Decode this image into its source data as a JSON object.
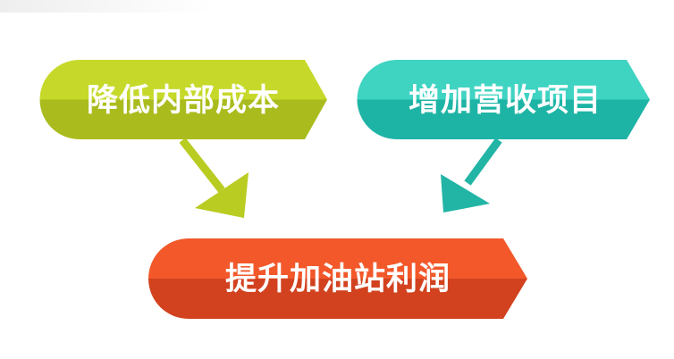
{
  "boxes": {
    "cost": {
      "label": "降低内部成本",
      "color_top": "#c6d92a",
      "color_bottom": "#aabc1d"
    },
    "revenue": {
      "label": "增加营收项目",
      "color_top": "#3fd3c2",
      "color_bottom": "#1eb4a5"
    },
    "profit": {
      "label": "提升加油站利润",
      "color_top": "#f2582a",
      "color_bottom": "#d2421f"
    }
  },
  "arrows": {
    "left_color": "#b9cc22",
    "right_color": "#22b5a6"
  }
}
